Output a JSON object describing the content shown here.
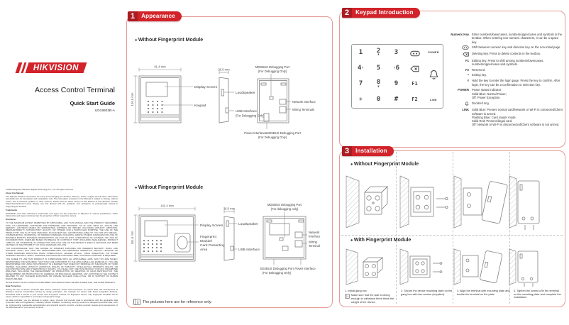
{
  "colors": {
    "accent": "#d2232a",
    "accent-dark": "#a91d22",
    "panel-border": "#e59a93"
  },
  "cover": {
    "brand": "HIKVISION",
    "product": "Access Control Terminal",
    "guide": "Quick Start Guide",
    "doc_no": "UD19603B-A",
    "legal": [
      "©2020 Hangzhou Hikvision Digital Technology Co., Ltd. All rights reserved.",
      "About this Manual",
      "The Manual includes instructions for using and managing the Product. Pictures, charts, images and all other information hereinafter are for description and explanation only. The information contained in the Manual is subject to change, without notice, due to firmware updates or other reasons. Please find the latest version of this Manual at the Hikvision website (https://www.hikvision.com/). Please use this Manual with the guidance and assistance of professionals trained in supporting the Product.",
      "Trademarks",
      "HIKVISION and other Hikvision's trademarks and logos are the properties of Hikvision in various jurisdictions. Other trademarks and logos mentioned are the properties of their respective owners.",
      "Disclaimer",
      "TO THE MAXIMUM EXTENT PERMITTED BY APPLICABLE LAW, THIS MANUAL AND THE PRODUCT DESCRIBED, WITH ITS HARDWARE, SOFTWARE AND FIRMWARE, ARE PROVIDED \"AS IS\" AND \"WITH ALL FAULTS AND ERRORS\". HIKVISION MAKES NO WARRANTIES, EXPRESS OR IMPLIED, INCLUDING WITHOUT LIMITATION, MERCHANTABILITY, SATISFACTORY QUALITY, OR FITNESS FOR A PARTICULAR PURPOSE. THE USE OF THE PRODUCT BY YOU IS AT YOUR OWN RISK. IN NO EVENT WILL HIKVISION BE LIABLE TO YOU FOR ANY SPECIAL, CONSEQUENTIAL, INCIDENTAL, OR INDIRECT DAMAGES, INCLUDING, AMONG OTHERS, DAMAGES FOR LOSS OF BUSINESS PROFITS, BUSINESS INTERRUPTION, OR LOSS OF DATA, CORRUPTION OF SYSTEMS, OR LOSS OF DOCUMENTATION, WHETHER BASED ON BREACH OF CONTRACT, TORT (INCLUDING NEGLIGENCE), PRODUCT LIABILITY, OR OTHERWISE, IN CONNECTION WITH THE USE OF THE PRODUCT, EVEN IF HIKVISION HAS BEEN ADVISED OF THE POSSIBILITY OF SUCH DAMAGES OR LOSS.",
      "YOU ACKNOWLEDGE THAT THE NATURE OF INTERNET PROVIDES FOR INHERENT SECURITY RISKS, AND HIKVISION SHALL NOT TAKE ANY RESPONSIBILITIES FOR ABNORMAL OPERATION, PRIVACY LEAKAGE OR OTHER DAMAGES RESULTING FROM CYBER-ATTACK, HACKER ATTACK, VIRUS INSPECTION, OR OTHER INTERNET SECURITY RISKS; HOWEVER, HIKVISION WILL PROVIDE TIMELY TECHNICAL SUPPORT IF REQUIRED.",
      "YOU AGREE TO USE THIS PRODUCT IN COMPLIANCE WITH ALL APPLICABLE LAWS, AND YOU ARE SOLELY RESPONSIBLE FOR ENSURING THAT YOUR USE CONFORMS TO THE APPLICABLE LAW. ESPECIALLY, YOU ARE RESPONSIBLE FOR USING THIS PRODUCT IN A MANNER THAT DOES NOT INFRINGE ON THE RIGHTS OF THIRD PARTIES, INCLUDING WITHOUT LIMITATION, RIGHTS OF PUBLICITY, INTELLECTUAL PROPERTY RIGHTS, OR DATA PROTECTION AND OTHER PRIVACY RIGHTS. YOU SHALL NOT USE THIS PRODUCT FOR ANY PROHIBITED END-USES, INCLUDING THE DEVELOPMENT OR PRODUCTION OF WEAPONS OF MASS DESTRUCTION, THE DEVELOPMENT OR PRODUCTION OF CHEMICAL OR BIOLOGICAL WEAPONS, ANY ACTIVITIES IN THE CONTEXT RELATED TO ANY NUCLEAR EXPLOSIVE OR UNSAFE NUCLEAR FUEL-CYCLE, OR IN SUPPORT OF HUMAN RIGHTS ABUSES.",
      "IN THE EVENT OF ANY CONFLICTS BETWEEN THIS MANUAL AND THE APPLICABLE LAW, THE LATER PREVAILS.",
      "Data Protection",
      "During the use of device, personal data will be collected, stored and processed. To protect data, the development of Hikvision devices incorporates privacy by design principles. For example, for device with facial recognition features, biometrics data is stored in your device with encryption method; for fingerprint device, only fingerprint template will be saved, which is impossible to reconstruct a fingerprint image.",
      "As data controller, you are advised to collect, store, process and transfer data in accordance with the applicable data protection laws and regulations, including without limitation, conducting security controls to safeguard personal data, such as, implementing reasonable administrative and physical security controls, conduct periodic reviews and assessments of the effectiveness of your security controls."
    ]
  },
  "appearance": {
    "badge_no": "1",
    "badge_title": "Appearance",
    "module_a_label": "Without Fingerprint Module",
    "module_b_label": "Without Fingerprint Module",
    "a": {
      "w": "91.4 mm",
      "h": "146.6 mm",
      "side": "36.0 mm",
      "display": "Display Screen",
      "keypad": "Keypad",
      "loudspeaker": "Loudspeaker",
      "usb": "USB Interface",
      "usb_note": "(For Debugging Only)",
      "mdsbus": "MDSBUS Debugging Port",
      "mdsbus_note": "(For Debugging Only)",
      "network": "Network Interface",
      "wiring": "Wiring Terminals",
      "bottom": "Power Interface&SDSBUS Debugging Port",
      "bottom_note": "(For Debugging Only)"
    },
    "b": {
      "w": "142.4 mm",
      "h": "161.6 mm",
      "side": "36.0 mm",
      "display": "Display Screen",
      "fp1": "Fingerprint",
      "fp2": "Module/",
      "fp3": "Card Presenting",
      "fp4": "Area",
      "loudspeaker": "Loudspeaker",
      "usb": "USB Interface",
      "mdsbus": "MDSBUS Debugging Port",
      "mdsbus_note": "(For debugging only)",
      "network1": "Network",
      "network2": "Interface",
      "wiring1": "Wiring",
      "wiring2": "Terminal",
      "sdsbus": "SDSBUS Debugging Port",
      "sdsbus_note": "(For Debugging Only)",
      "power": "Power Interface"
    },
    "note": "The pictures here are for reference only."
  },
  "keypad": {
    "badge_no": "2",
    "badge_title": "Keypad Introduction",
    "keys": {
      "k1": "1",
      "k2": "2",
      "k2d": "∧",
      "k3": "3",
      "power": "POWER",
      "k4": "4",
      "k4d": "‹",
      "k5": "5",
      "k6": "6",
      "k6d": "›",
      "k7": "7",
      "k8": "8",
      "k8d": "∨",
      "k9": "9",
      "f1": "F1",
      "star": "✳",
      "k0": "0",
      "hash": "#",
      "f2": "F2",
      "link": "LINK"
    },
    "legend": [
      {
        "term": "Numeric Key",
        "def": "Enter numbers/lowercases, numbers/uppercases and symbols in the textbox. When entering non-numeric characters, it can be a space key."
      },
      {
        "term": "",
        "def": "Shift between numeric key and direction key on the non-initial page."
      },
      {
        "term": "",
        "def": "Deleting key. Press to delete contents in the textbox."
      },
      {
        "term": "F1",
        "def": "Editing key. Press to shift among numbers/lowercases, numbers/uppercases and symbols."
      },
      {
        "term": "F2",
        "def": "Reserved."
      },
      {
        "term": "*",
        "def": "Exiting key."
      },
      {
        "term": "#",
        "def": "Hold the key to enter the login page. Press the key to confirm. After login, the key can be a confirmation or selection key."
      },
      {
        "term": "POWER",
        "def": "Power status indicator.\nSolid Blue: Normal Power;\nOff: Power Exception."
      },
      {
        "term": "",
        "def": "Doorbell ring."
      },
      {
        "term": "LINK",
        "def": "Solid Blue: Present normal card/Network or Wi-Fi is connected/Client software is armed.\nFlashing Blue: Card reader mode.\nSolid Red: Present illegal card.\nOff: Network or Wi-Fi is disconnected/Client software is not armed."
      }
    ]
  },
  "installation": {
    "badge_no": "3",
    "badge_title": "Installation",
    "without_label": "Without Fingerprint Module",
    "with_label": "With Fingerprint Module",
    "steps": [
      {
        "text": "1. Install gang box.",
        "note": "Make sure that the wall is strong enough to withstand three times the weight of the device."
      },
      {
        "text": "2. Secure the device mounting plate on the gang box with two screws (supplied)."
      },
      {
        "text": "3. Align the terminal with mounting plate and buckle the terminal on the plate."
      },
      {
        "text": "4. Tighten the screw to fix the terminal on the mounting plate and complete the installation."
      }
    ]
  }
}
